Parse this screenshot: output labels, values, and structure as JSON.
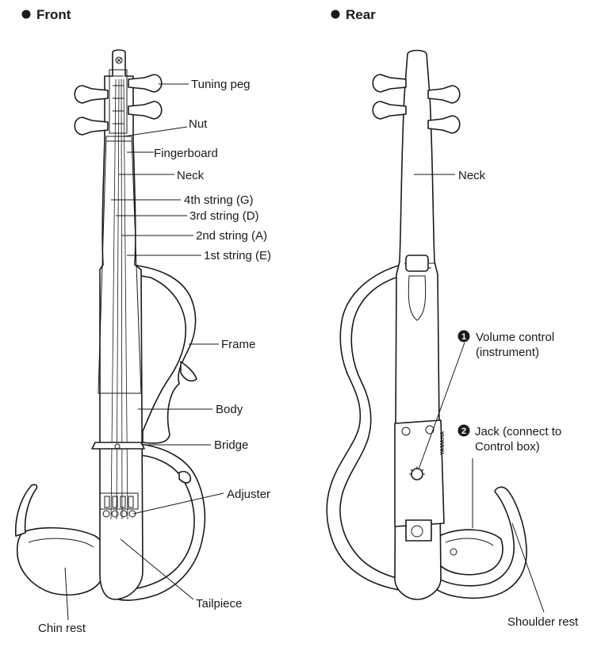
{
  "front": {
    "header": "Front",
    "labels": {
      "tuning_peg": "Tuning peg",
      "nut": "Nut",
      "fingerboard": "Fingerboard",
      "neck": "Neck",
      "string4": "4th string (G)",
      "string3": "3rd string (D)",
      "string2": "2nd string (A)",
      "string1": "1st string (E)",
      "frame": "Frame",
      "body": "Body",
      "bridge": "Bridge",
      "adjuster": "Adjuster",
      "tailpiece": "Tailpiece",
      "chin_rest": "Chin rest"
    }
  },
  "rear": {
    "header": "Rear",
    "labels": {
      "neck": "Neck",
      "volume_num": "1",
      "volume_line1": "Volume control",
      "volume_line2": "(instrument)",
      "jack_num": "2",
      "jack_line1": "Jack (connect to",
      "jack_line2": "Control box)",
      "shoulder_rest": "Shoulder rest",
      "brand_mark": "YAMAHA"
    }
  }
}
